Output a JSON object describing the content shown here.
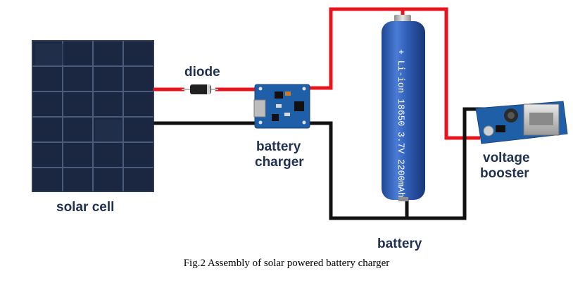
{
  "labels": {
    "diode": "diode",
    "solar_cell": "solar cell",
    "battery_charger_line1": "battery",
    "battery_charger_line2": "charger",
    "voltage_booster_line1": "voltage",
    "voltage_booster_line2": "booster",
    "battery": "battery"
  },
  "battery_print": "+ Li-ion 18650 3.7V 2200mAh -",
  "caption": "Fig.2 Assembly of solar powered battery charger",
  "colors": {
    "wire_positive": "#e8141c",
    "wire_negative": "#111111",
    "battery_body": "#2f5bb4",
    "battery_terminal": "#c9c9c9",
    "pcb": "#1f5fa8",
    "solar_panel": "#1b2740",
    "label_text": "#1f3050"
  }
}
